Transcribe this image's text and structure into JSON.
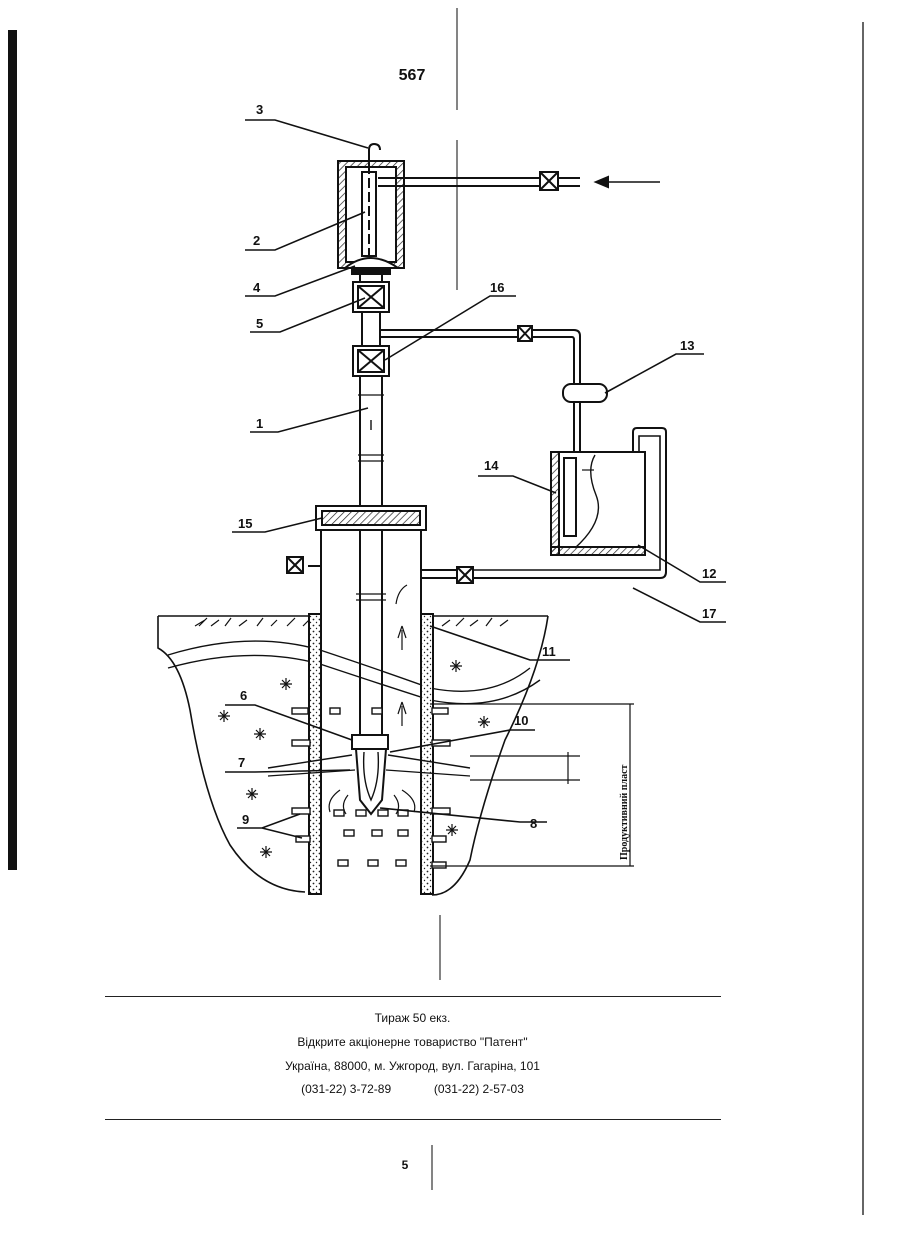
{
  "page_number_top": "567",
  "page_number_bottom": "5",
  "figure": {
    "callouts": [
      "1",
      "2",
      "3",
      "4",
      "5",
      "6",
      "7",
      "8",
      "9",
      "10",
      "11",
      "12",
      "13",
      "14",
      "15",
      "16",
      "17"
    ],
    "vertical_note": "Продуктивний пласт"
  },
  "footer": {
    "circulation": "Тираж 50 екз.",
    "company": "Відкрите акціонерне товариство \"Патент\"",
    "address": "Україна, 88000, м. Ужгород, вул. Гагаріна, 101",
    "phone_1": "(031-22) 3-72-89",
    "phone_2": "(031-22) 2-57-03"
  }
}
